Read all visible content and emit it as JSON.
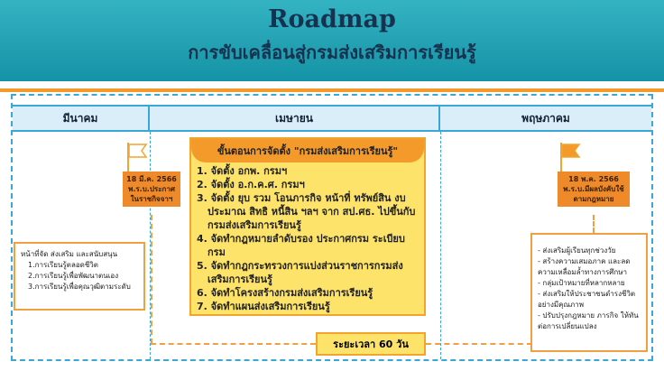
{
  "title": "Roadmap",
  "subtitle": "การขับเคลื่อนสู่กรมส่งเสริมการเรียนรู้",
  "months": [
    "มีนาคม",
    "เมษายน",
    "พฤษภาคม"
  ],
  "left_milestone": {
    "date": "18 มี.ค. 2566",
    "line2": "พ.ร.บ.ประกาศ",
    "line3": "ในราชกิจจาฯ"
  },
  "left_callout": {
    "heading": "หน้าที่จัด ส่งเสริม และสนับสนุน",
    "items": [
      "1.การเรียนรู้ตลอดชีวิต",
      "2.การเรียนรู้เพื่อพัฒนาตนเอง",
      "3.การเรียนรู้เพื่อคุณวุฒิตามระดับ"
    ]
  },
  "center": {
    "heading": "ขั้นตอนการจัดตั้ง \"กรมส่งเสริมการเรียนรู้\"",
    "steps": [
      "1. จัดตั้ง อกพ. กรมฯ",
      "2. จัดตั้ง อ.ก.ค.ศ. กรมฯ",
      "3. จัดตั้ง ยุบ รวม โอนภารกิจ หน้าที่ ทรัพย์สิน งบประมาณ สิทธิ หนี้สิน ฯลฯ จาก สป.ศธ. ไปขึ้นกับกรมส่งเสริมการเรียนรู้",
      "4. จัดทำกฎหมายลำดับรอง ประกาศกรม ระเบียบกรม",
      "5. จัดทำกฎกระทรวงการแบ่งส่วนราชการกรมส่งเสริมการเรียนรู้",
      "6. จัดทำโครงสร้างกรมส่งเสริมการเรียนรู้",
      "7. จัดทำแผนส่งเสริมการเรียนรู้"
    ]
  },
  "duration": "ระยะเวลา 60 วัน",
  "right_milestone": {
    "date": "18 พ.ค. 2566",
    "line2": "พ.ร.บ.มีผลบังคับใช้",
    "line3": "ตามกฎหมาย"
  },
  "right_callout": {
    "items": [
      "- ส่งเสริมผู้เรียนทุกช่วงวัย",
      "- สร้างความเสมอภาค และลด ความเหลื่อมล้ำทางการศึกษา",
      "- กลุ่มเป้าหมายที่หลากหลาย",
      "- ส่งเสริมให้ประชาชนดำรงชีวิต อย่างมีคุณภาพ",
      "- ปรับปรุงกฎหมาย ภารกิจ ให้ทันต่อการเปลี่ยนแปลง"
    ]
  },
  "colors": {
    "header": "#1a9aa8",
    "orange": "#ef8a2a",
    "yellow": "#fde36a",
    "blue": "#3aa7d9"
  }
}
